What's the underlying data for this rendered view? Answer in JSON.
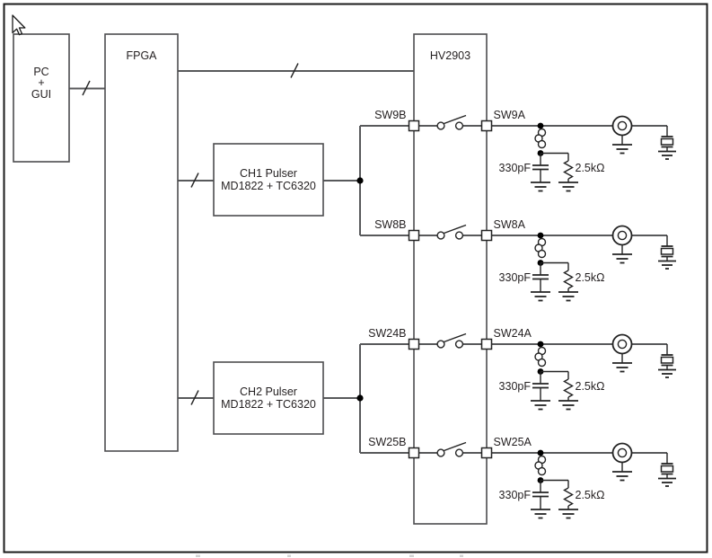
{
  "diagram": {
    "blocks": {
      "pc_gui": {
        "line1": "PC",
        "line2": "+",
        "line3": "GUI"
      },
      "fpga": {
        "label": "FPGA"
      },
      "hv2903": {
        "label": "HV2903"
      },
      "ch1_pulser": {
        "line1": "CH1 Pulser",
        "line2": "MD1822 + TC6320"
      },
      "ch2_pulser": {
        "line1": "CH2 Pulser",
        "line2": "MD1822 + TC6320"
      }
    },
    "rows": [
      {
        "left_label": "SW9B",
        "right_label": "SW9A",
        "cap_value": "330pF",
        "res_value": "2.5kΩ"
      },
      {
        "left_label": "SW8B",
        "right_label": "SW8A",
        "cap_value": "330pF",
        "res_value": "2.5kΩ"
      },
      {
        "left_label": "SW24B",
        "right_label": "SW24A",
        "cap_value": "330pF",
        "res_value": "2.5kΩ"
      },
      {
        "left_label": "SW25B",
        "right_label": "SW25A",
        "cap_value": "330pF",
        "res_value": "2.5kΩ"
      }
    ],
    "colors": {
      "wire": "#58595b",
      "symbol": "#232323",
      "text": "#231f20",
      "frame_border": "#1b1b1b",
      "background": "#ffffff"
    }
  }
}
